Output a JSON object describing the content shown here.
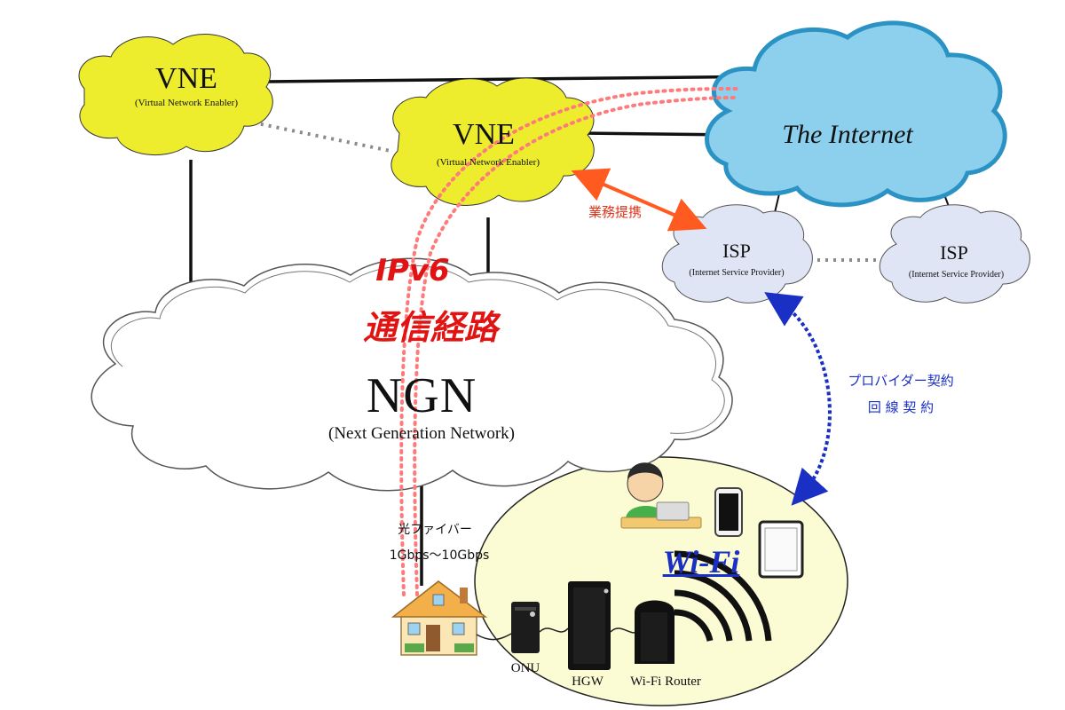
{
  "vne_left": {
    "title": "VNE",
    "subtitle": "(Virtual Network Enabler)"
  },
  "vne_center": {
    "title": "VNE",
    "subtitle": "(Virtual Network Enabler)"
  },
  "internet": {
    "title": "The Internet"
  },
  "isp_left": {
    "title": "ISP",
    "subtitle": "(Internet Service Provider)"
  },
  "isp_right": {
    "title": "ISP",
    "subtitle": "(Internet Service Provider)"
  },
  "ngn": {
    "title": "NGN",
    "subtitle": "(Next Generation Network)"
  },
  "ipv6_route": {
    "line1": "IPv6",
    "line2": "通信経路"
  },
  "partnership": "業務提携",
  "contract": {
    "line1": "プロバイダー契約",
    "line2": "回 線 契 約"
  },
  "fiber": {
    "line1": "光ファイバー",
    "line2": "1Gbps〜10Gbps"
  },
  "devices": {
    "onu": "ONU",
    "hgw": "HGW",
    "router": "Wi-Fi Router"
  },
  "wifi_label": "Wi-Fi",
  "colors": {
    "vne_fill": "#eded2e",
    "internet_fill": "#8cd0ee",
    "internet_stroke": "#2a93c4",
    "isp_fill": "#dfe5f4",
    "home_area": "#fbfbd4",
    "partnership_arrow": "#ff5a1f",
    "contract_arrow": "#1a2fc4",
    "ipv6_route": "#ff7a7a"
  }
}
